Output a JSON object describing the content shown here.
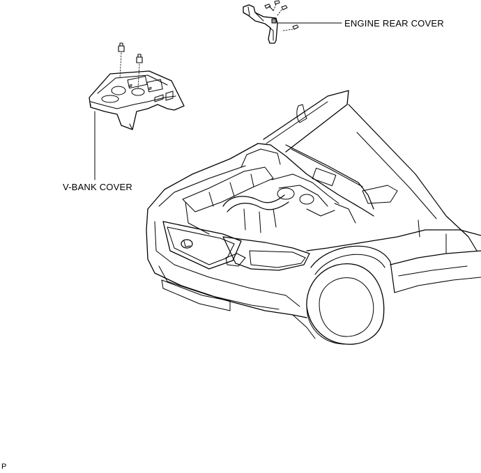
{
  "labels": {
    "engine_rear_cover": "ENGINE REAR COVER",
    "v_bank_cover": "V-BANK COVER",
    "corner_code": "P"
  }
}
